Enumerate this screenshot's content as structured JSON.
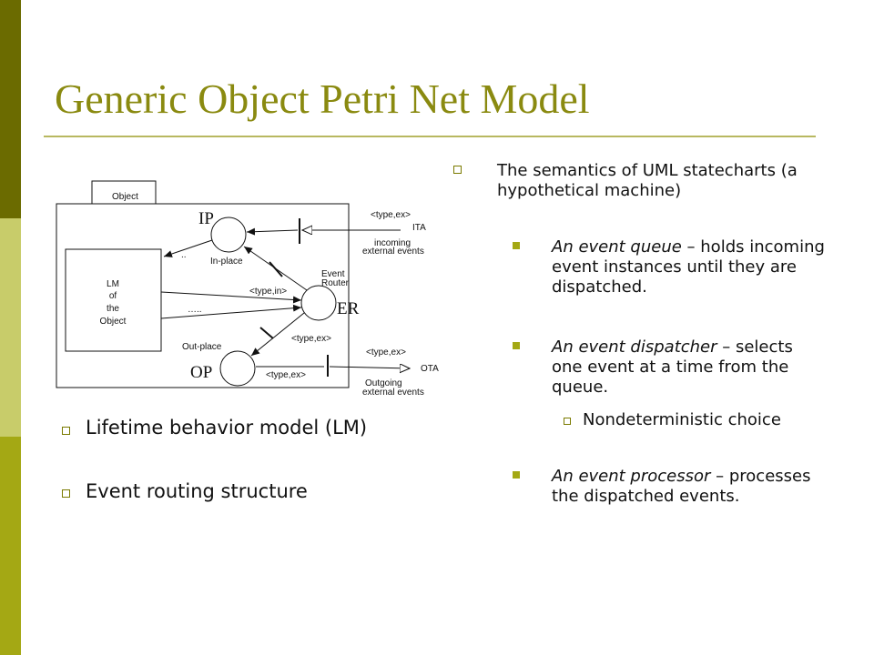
{
  "slide": {
    "title": "Generic Object Petri Net Model"
  },
  "diagram": {
    "object_tab": "Object",
    "ip": "IP",
    "op": "OP",
    "er": "ER",
    "lm": [
      "LM",
      "of",
      "the",
      "Object"
    ],
    "in_place": "In-place",
    "out_place": "Out-place",
    "event_router": [
      "Event",
      "Router"
    ],
    "type_ex_ita": "<type,ex>",
    "ita": "ITA",
    "incoming_external": [
      "incoming",
      "external events"
    ],
    "type_in": "<type,in>",
    "type_ex_er": "<type,ex>",
    "type_ex_op": "<type,ex>",
    "type_ex_ota": "<type,ex>",
    "ota": "OTA",
    "outgoing_external": [
      "Outgoing",
      "external events"
    ],
    "dots_top": "..",
    "dots_mid": "….."
  },
  "left_bullets": [
    "Lifetime behavior model (LM)",
    "Event routing structure"
  ],
  "right": {
    "main": "The semantics of UML statecharts (a hypothetical machine)",
    "items": [
      {
        "term": "An event queue",
        "rest": " – holds incoming event instances until they are dispatched."
      },
      {
        "term": "An event dispatcher",
        "rest": " – selects one event at a time from the queue."
      },
      {
        "term": "An event processor",
        "rest": " – processes the dispatched events."
      }
    ],
    "subitem": "Nondeterministic choice"
  },
  "colors": {
    "title": "#8a8a10",
    "bar_dark": "#6b6b00",
    "bar_light": "#c8cc6a",
    "bar_mid": "#a4a814"
  }
}
